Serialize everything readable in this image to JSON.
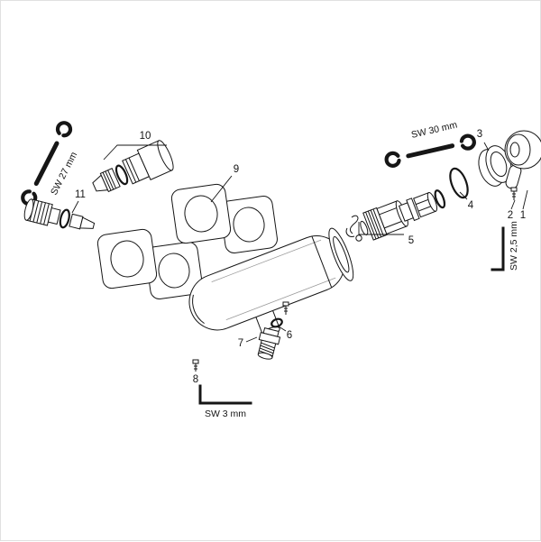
{
  "diagram": {
    "parts": {
      "p1": "1",
      "p2": "2",
      "p3": "3",
      "p4": "4",
      "p5": "5",
      "p6": "6",
      "p7": "7",
      "p8": "8",
      "p9": "9",
      "p10": "10",
      "p11": "11"
    },
    "tools": {
      "sw27": "SW 27 mm",
      "sw30": "SW 30 mm",
      "sw2_5": "SW 2,5 mm",
      "sw3": "SW 3 mm"
    }
  }
}
